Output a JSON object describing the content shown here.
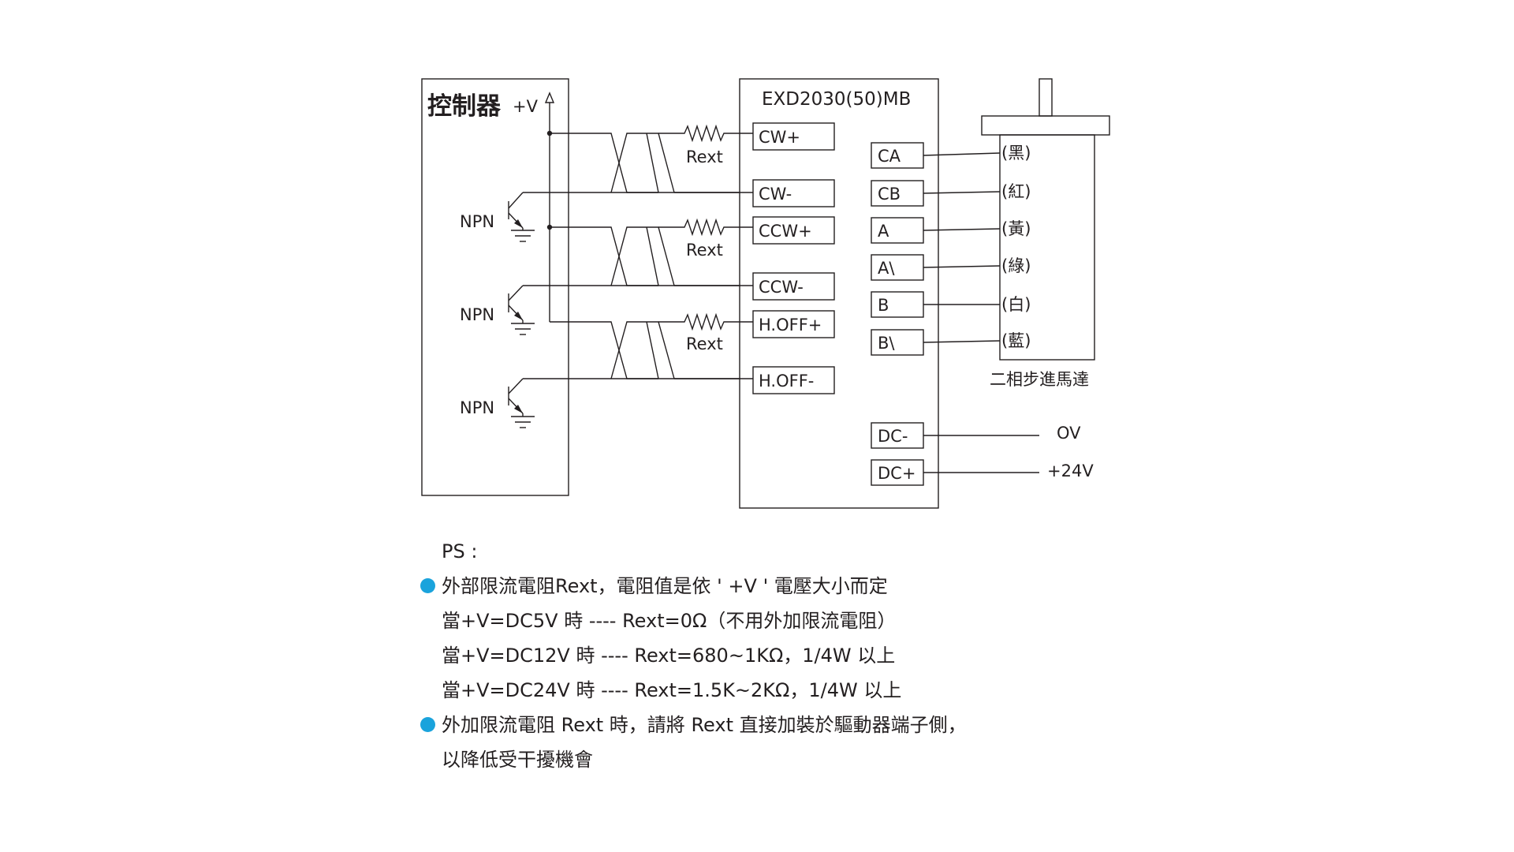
{
  "controller": {
    "title": "控制器",
    "vplus": "+V"
  },
  "driver": {
    "model": "EXD2030(50)MB",
    "inputs": [
      "CW+",
      "CW-",
      "CCW+",
      "CCW-",
      "H.OFF+",
      "H.OFF-"
    ],
    "outputs": [
      "CA",
      "CB",
      "A",
      "A\\",
      "B",
      "B\\"
    ],
    "power": [
      "DC-",
      "DC+"
    ]
  },
  "motor": {
    "wires": [
      "(黑)",
      "(紅)",
      "(黃)",
      "(綠)",
      "(白)",
      "(藍)"
    ],
    "label": "二相步進馬達"
  },
  "power_labels": [
    "OV",
    "+24V"
  ],
  "transistor_label": "NPN",
  "resistor_label": "Rext",
  "notes": {
    "ps": "PS :",
    "line1": "外部限流電阻Rext，電阻值是依 ' +V ' 電壓大小而定",
    "line2": "當+V=DC5V 時 ---- Rext=0Ω（不用外加限流電阻）",
    "line3": "當+V=DC12V 時 ---- Rext=680~1KΩ，1/4W 以上",
    "line4": "當+V=DC24V 時 ---- Rext=1.5K~2KΩ，1/4W 以上",
    "line5": "外加限流電阻 Rext 時，請將 Rext 直接加裝於驅動器端子側，",
    "line6": "以降低受干擾機會"
  },
  "colors": {
    "line": "#231f20",
    "bullet": "#1aa3dc"
  }
}
